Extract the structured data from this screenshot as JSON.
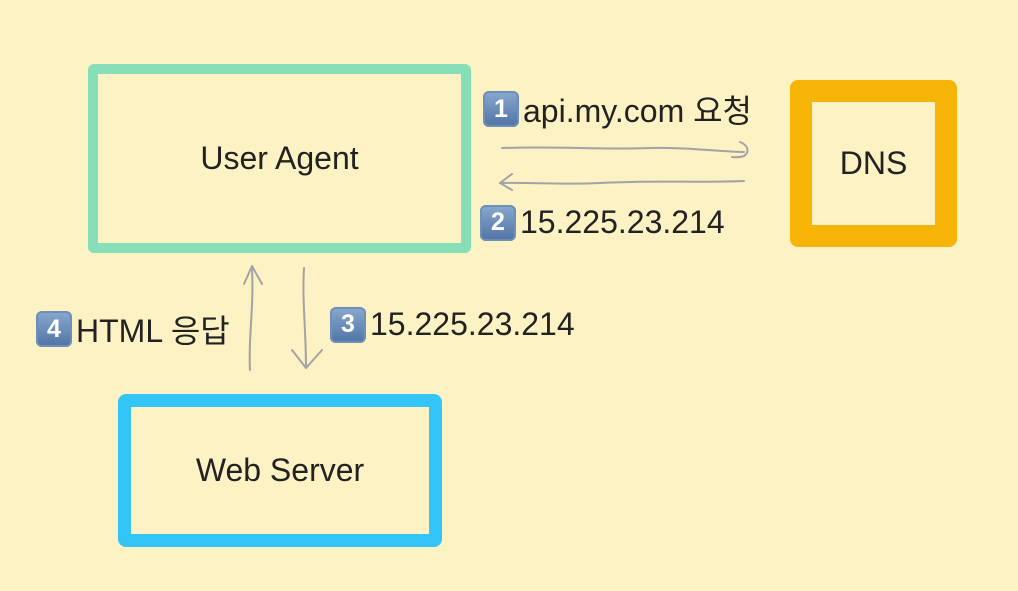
{
  "nodes": {
    "user_agent": "User Agent",
    "dns": "DNS",
    "web_server": "Web Server"
  },
  "steps": [
    {
      "number": "1",
      "label": "api.my.com 요청"
    },
    {
      "number": "2",
      "label": "15.225.23.214"
    },
    {
      "number": "3",
      "label": "15.225.23.214"
    },
    {
      "number": "4",
      "label": "HTML 응답"
    }
  ],
  "colors": {
    "background": "#fdf2c4",
    "user_agent_border": "#86dfb8",
    "dns_border": "#f6b506",
    "web_server_border": "#33c5f8",
    "arrow": "#a3a3a3",
    "badge": "#6f8fb9"
  }
}
